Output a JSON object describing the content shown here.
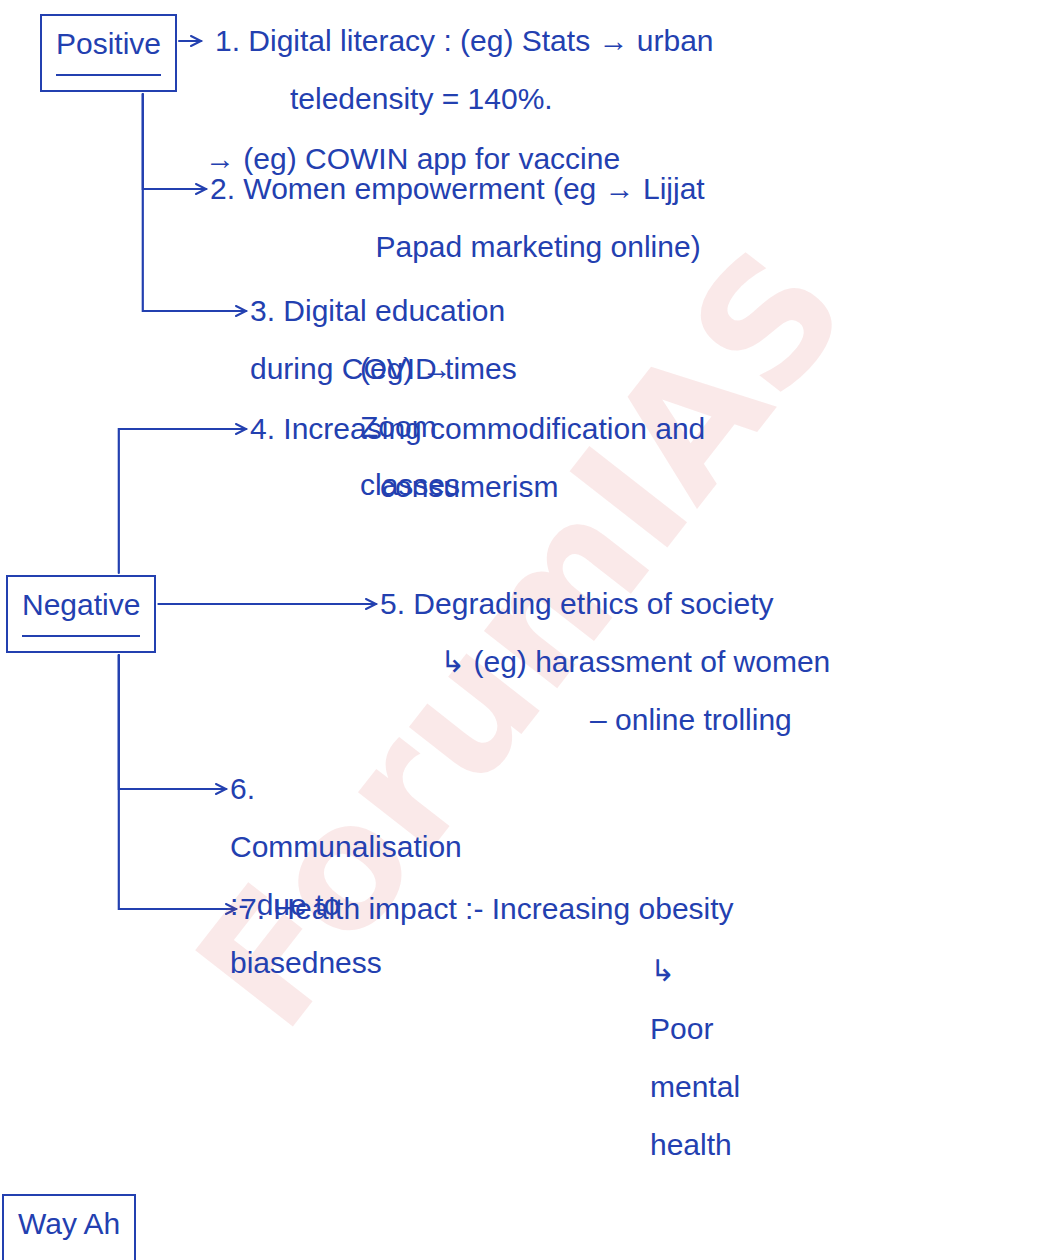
{
  "diagram": {
    "nodes": [
      {
        "text": [
          "Positive"
        ]
      },
      {
        "text": [
          "1. Digital literacy : (eg) Stats → urban teledensity = 140%.",
          "→ (eg) COWIN app for vaccine"
        ]
      },
      {
        "text": [
          "2. Women empowerment (eg → Lijjat Papad marketing online)"
        ]
      },
      {
        "text": [
          "3. Digital education during COVID times",
          "(eg) → Zoom classes"
        ]
      },
      {
        "text": [
          "Negative"
        ]
      },
      {
        "text": [
          "4. Increasing commodification and consumerism"
        ]
      },
      {
        "text": [
          "5. Degrading ethics of society",
          "↳ (eg) harassment of women – online trolling"
        ]
      },
      {
        "text": [
          "6. Communalisation :- due to biasedness"
        ]
      },
      {
        "text": [
          "7. Health impact :- Increasing obesity",
          "↳ Poor mental health"
        ]
      },
      {
        "text": [
          "Way Ah"
        ]
      }
    ],
    "edges": [
      {
        "from": 0,
        "to": 1,
        "arrow": "to"
      },
      {
        "from": 0,
        "to": 2,
        "arrow": "to"
      },
      {
        "from": 0,
        "to": 3,
        "arrow": "to"
      },
      {
        "from": 4,
        "to": 5,
        "arrow": "to"
      },
      {
        "from": 4,
        "to": 6,
        "arrow": "to"
      },
      {
        "from": 4,
        "to": 7,
        "arrow": "to"
      },
      {
        "from": 4,
        "to": 8,
        "arrow": "to"
      }
    ],
    "labels": [
      "ForumIAS"
    ]
  }
}
